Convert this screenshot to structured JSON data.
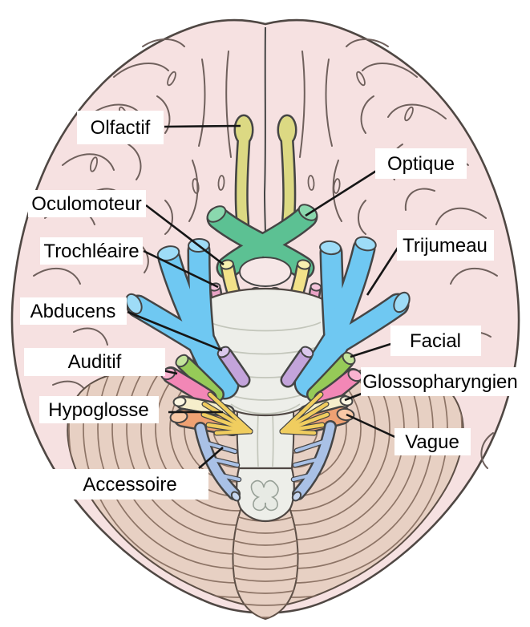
{
  "figure": {
    "labels": [
      {
        "key": "olfactif",
        "text": "Olfactif"
      },
      {
        "key": "optique",
        "text": "Optique"
      },
      {
        "key": "oculomoteur",
        "text": "Oculomoteur"
      },
      {
        "key": "trochleaire",
        "text": "Trochléaire"
      },
      {
        "key": "trijumeau",
        "text": "Trijumeau"
      },
      {
        "key": "abducens",
        "text": "Abducens"
      },
      {
        "key": "auditif",
        "text": "Auditif"
      },
      {
        "key": "facial",
        "text": "Facial"
      },
      {
        "key": "glossopharyngien",
        "text": "Glossopharyngien"
      },
      {
        "key": "hypoglosse",
        "text": "Hypoglosse"
      },
      {
        "key": "vague",
        "text": "Vague"
      },
      {
        "key": "accessoire",
        "text": "Accessoire"
      }
    ],
    "colors": {
      "cortex": "#f6e1e1",
      "outline": "#4f4743",
      "cerebellum": "#e7d0c3",
      "brainstem": "#edeee9",
      "olfactif": "#dcd983",
      "optique": "#5cc193",
      "oculomoteur": "#f2e289",
      "trochleaire": "#e9a3c6",
      "trijumeau": "#6fc8f2",
      "abducens": "#c3a4db",
      "facial": "#96ca58",
      "auditif": "#f287b6",
      "glossopharyngien": "#f6eecb",
      "vague": "#efa173",
      "hypoglosse": "#f0cd5f",
      "accessoire": "#a9c1e6",
      "label_bg": "#ffffff",
      "label_text": "#000000",
      "leader_line": "#161616"
    }
  }
}
